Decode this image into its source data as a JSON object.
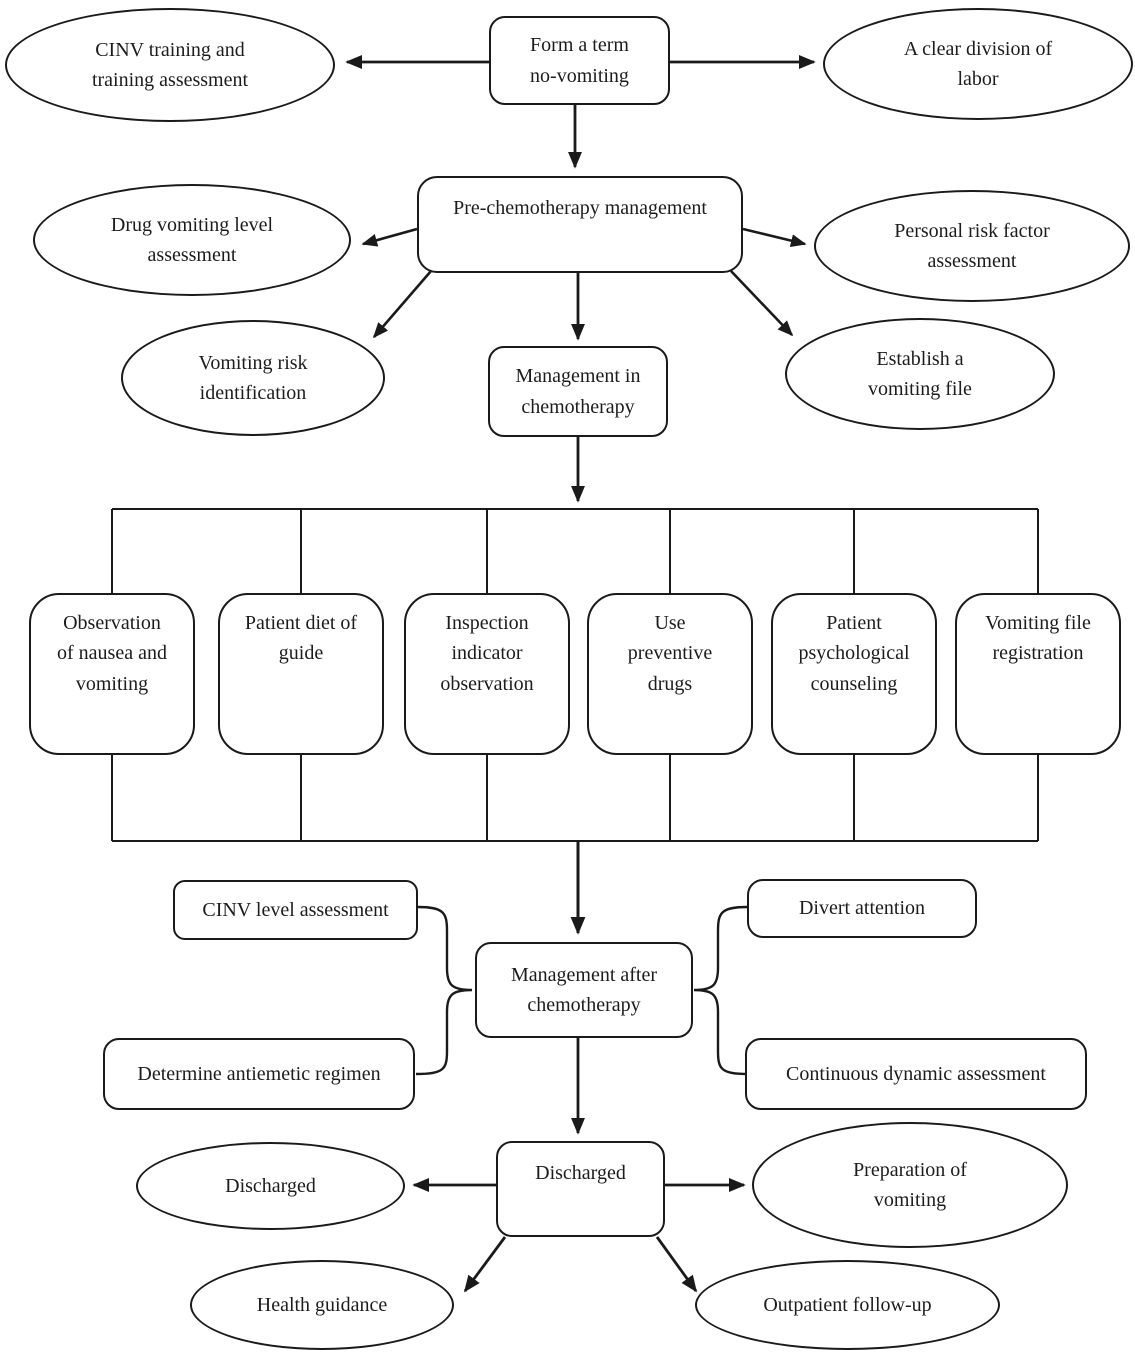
{
  "diagram": {
    "colors": {
      "stroke": "#1a1a1a",
      "text": "#1c1c1c",
      "background": "#ffffff"
    },
    "stage1": {
      "center": "Form a term\nno-vomiting",
      "left": "CINV training and\ntraining assessment",
      "right": "A clear division of\nlabor"
    },
    "stage2": {
      "center": "Pre-chemotherapy management",
      "left_upper": "Drug vomiting level\nassessment",
      "right_upper": "Personal risk factor\nassessment",
      "left_lower": "Vomiting risk\nidentification",
      "right_lower": "Establish a\nvomiting file"
    },
    "stage3": {
      "center": "Management in\nchemotherapy",
      "tasks": [
        "Observation\nof nausea and\nvomiting",
        "Patient diet of\nguide",
        "Inspection\nindicator\nobservation",
        "Use\npreventive\ndrugs",
        "Patient\npsychological\ncounseling",
        "Vomiting file\nregistration"
      ]
    },
    "stage4": {
      "center": "Management after\nchemotherapy",
      "left_upper": "CINV level assessment",
      "left_lower": "Determine antiemetic regimen",
      "right_upper": "Divert attention",
      "right_lower": "Continuous dynamic assessment"
    },
    "stage5": {
      "center": "Discharged",
      "left": "Discharged",
      "right": "Preparation of\nvomiting",
      "bottom_left": "Health guidance",
      "bottom_right": "Outpatient follow-up"
    }
  }
}
